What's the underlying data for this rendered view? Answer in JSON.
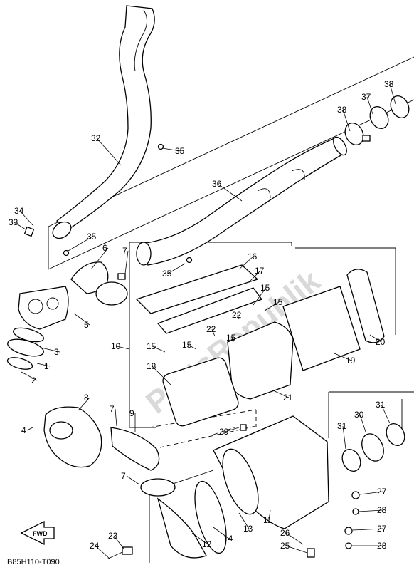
{
  "diagram": {
    "code": "B85H110-T090",
    "watermark": "PartsRepublik",
    "fwd_label": "FWD",
    "callouts": [
      {
        "id": "c32",
        "n": "32"
      },
      {
        "id": "c35a",
        "n": "35"
      },
      {
        "id": "c34",
        "n": "34"
      },
      {
        "id": "c33",
        "n": "33"
      },
      {
        "id": "c35b",
        "n": "35"
      },
      {
        "id": "c6",
        "n": "6"
      },
      {
        "id": "c7a",
        "n": "7"
      },
      {
        "id": "c36",
        "n": "36"
      },
      {
        "id": "c38a",
        "n": "38"
      },
      {
        "id": "c37",
        "n": "37"
      },
      {
        "id": "c38b",
        "n": "38"
      },
      {
        "id": "c35c",
        "n": "35"
      },
      {
        "id": "c16",
        "n": "16"
      },
      {
        "id": "c17",
        "n": "17"
      },
      {
        "id": "c15a",
        "n": "15"
      },
      {
        "id": "c15b",
        "n": "15"
      },
      {
        "id": "c22a",
        "n": "22"
      },
      {
        "id": "c22b",
        "n": "22"
      },
      {
        "id": "c15c",
        "n": "15"
      },
      {
        "id": "c15d",
        "n": "15"
      },
      {
        "id": "c15e",
        "n": "15"
      },
      {
        "id": "c10",
        "n": "10"
      },
      {
        "id": "c5",
        "n": "5"
      },
      {
        "id": "c3",
        "n": "3"
      },
      {
        "id": "c1",
        "n": "1"
      },
      {
        "id": "c2",
        "n": "2"
      },
      {
        "id": "c20",
        "n": "20"
      },
      {
        "id": "c19",
        "n": "19"
      },
      {
        "id": "c18",
        "n": "18"
      },
      {
        "id": "c21",
        "n": "21"
      },
      {
        "id": "c8",
        "n": "8"
      },
      {
        "id": "c4",
        "n": "4"
      },
      {
        "id": "c7b",
        "n": "7"
      },
      {
        "id": "c9",
        "n": "9"
      },
      {
        "id": "c7c",
        "n": "7"
      },
      {
        "id": "c29",
        "n": "29"
      },
      {
        "id": "c31a",
        "n": "31"
      },
      {
        "id": "c30",
        "n": "30"
      },
      {
        "id": "c31b",
        "n": "31"
      },
      {
        "id": "c27a",
        "n": "27"
      },
      {
        "id": "c28a",
        "n": "28"
      },
      {
        "id": "c27b",
        "n": "27"
      },
      {
        "id": "c28b",
        "n": "28"
      },
      {
        "id": "c23",
        "n": "23"
      },
      {
        "id": "c24",
        "n": "24"
      },
      {
        "id": "c12",
        "n": "12"
      },
      {
        "id": "c14",
        "n": "14"
      },
      {
        "id": "c13",
        "n": "13"
      },
      {
        "id": "c11",
        "n": "11"
      },
      {
        "id": "c26",
        "n": "26"
      },
      {
        "id": "c25",
        "n": "25"
      }
    ]
  }
}
